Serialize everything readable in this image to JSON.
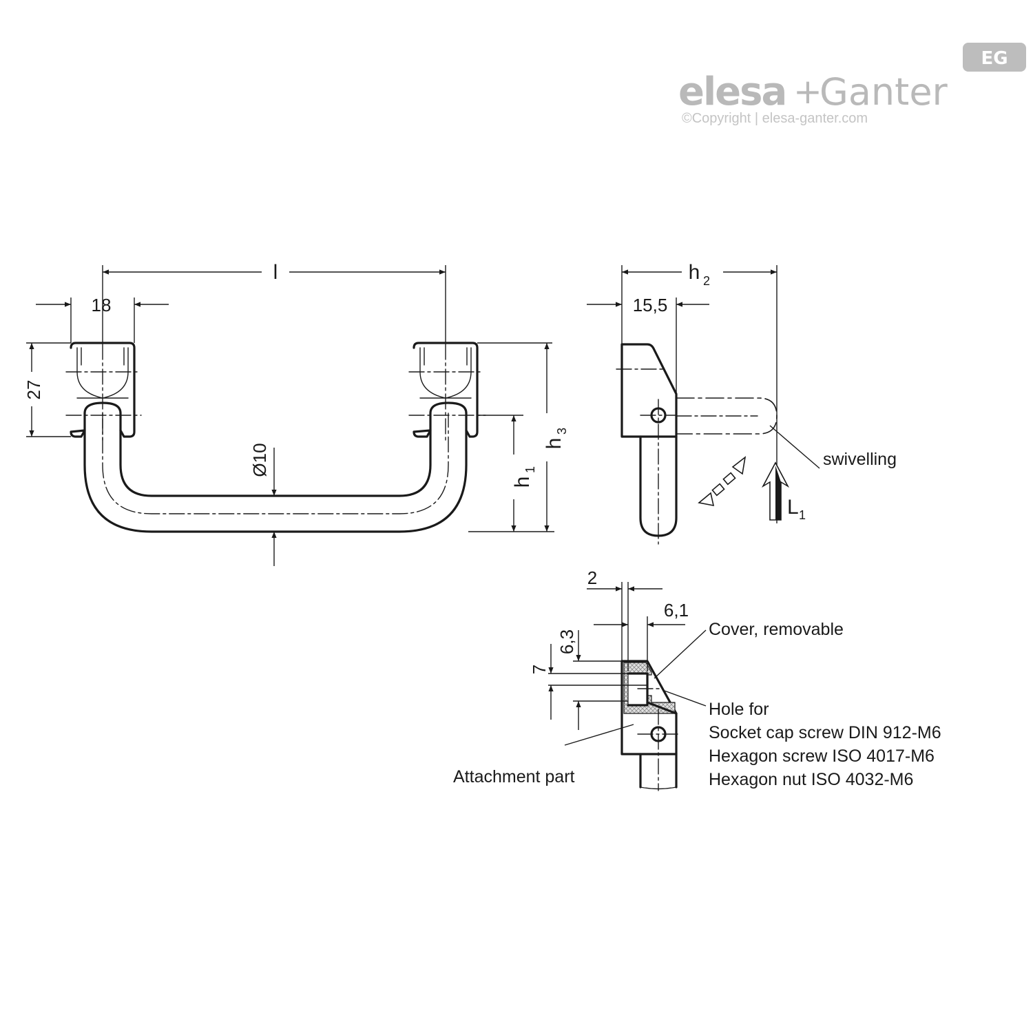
{
  "brand": {
    "logo_badge": "EG",
    "logo_main": "elesa",
    "logo_plus": "+",
    "logo_second": "Ganter",
    "copyright": "©Copyright | elesa-ganter.com",
    "color": "#b9b9b9"
  },
  "front_view": {
    "dim_length": "l",
    "dim_block_width": "18",
    "dim_block_height": "27",
    "dim_diameter": "Ø10",
    "dim_h1": "h",
    "dim_h1_sub": "1",
    "dim_h3": "h",
    "dim_h3_sub": "3"
  },
  "side_view": {
    "dim_h2": "h",
    "dim_h2_sub": "2",
    "dim_offset": "15,5",
    "label_swivelling": "swivelling",
    "load_label": "L",
    "load_label_sub": "1"
  },
  "section_view": {
    "dim_2": "2",
    "dim_6_1": "6,1",
    "dim_6_3": "6,3",
    "dim_7": "7",
    "label_cover": "Cover, removable",
    "label_hole": "Hole for",
    "label_screw1": "Socket cap screw DIN 912-M6",
    "label_screw2": "Hexagon screw ISO 4017-M6",
    "label_nut": "Hexagon nut ISO 4032-M6",
    "label_attachment": "Attachment part"
  }
}
